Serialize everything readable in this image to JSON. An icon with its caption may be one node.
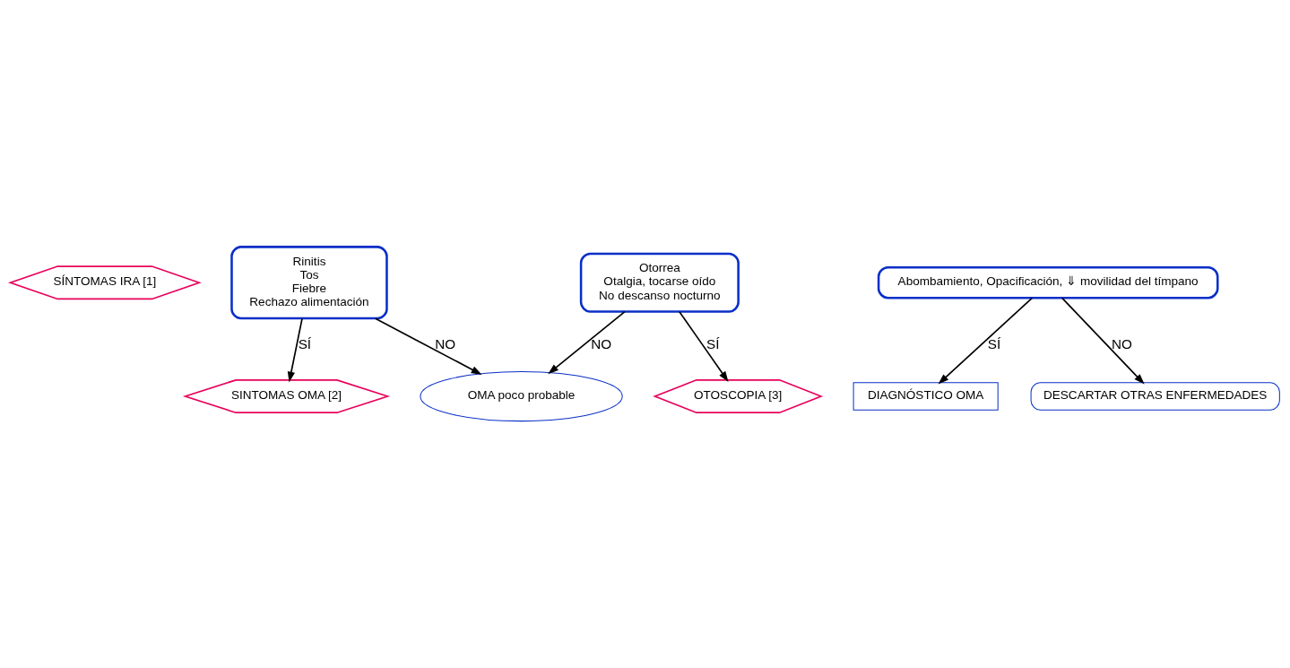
{
  "diagram": {
    "nodes": [
      {
        "text": [
          "SÍNTOMAS IRA [1]"
        ]
      },
      {
        "text": [
          "Rinitis",
          "Tos",
          "Fiebre",
          "Rechazo alimentación"
        ]
      },
      {
        "text": [
          "SINTOMAS OMA [2]"
        ]
      },
      {
        "text": [
          "OTOSCOPIA [3]"
        ]
      },
      {
        "text": [
          "Abombamiento, Opacificación, ⇓ movilidad del tímpano"
        ]
      },
      {
        "text": [
          "DIAGNÓSTICO OMA"
        ]
      },
      {
        "text": [
          "DESCARTAR OTRAS ENFERMEDADES"
        ]
      },
      {
        "text": [
          "Otorrea",
          "Otalgia, tocarse oído",
          "No descanso nocturno"
        ]
      },
      {
        "text": [
          "OMA poco probable"
        ]
      }
    ],
    "edges": [
      {
        "from": 1,
        "to": 8,
        "arrow": "to",
        "label": "NO"
      },
      {
        "from": 1,
        "to": 2,
        "arrow": "to",
        "label": "SÍ"
      },
      {
        "from": 7,
        "to": 8,
        "arrow": "to",
        "label": "NO"
      },
      {
        "from": 7,
        "to": 3,
        "arrow": "to",
        "label": "SÍ"
      },
      {
        "from": 4,
        "to": 5,
        "arrow": "to",
        "label": "SÍ"
      },
      {
        "from": 4,
        "to": 6,
        "arrow": "to",
        "label": "NO"
      }
    ]
  }
}
